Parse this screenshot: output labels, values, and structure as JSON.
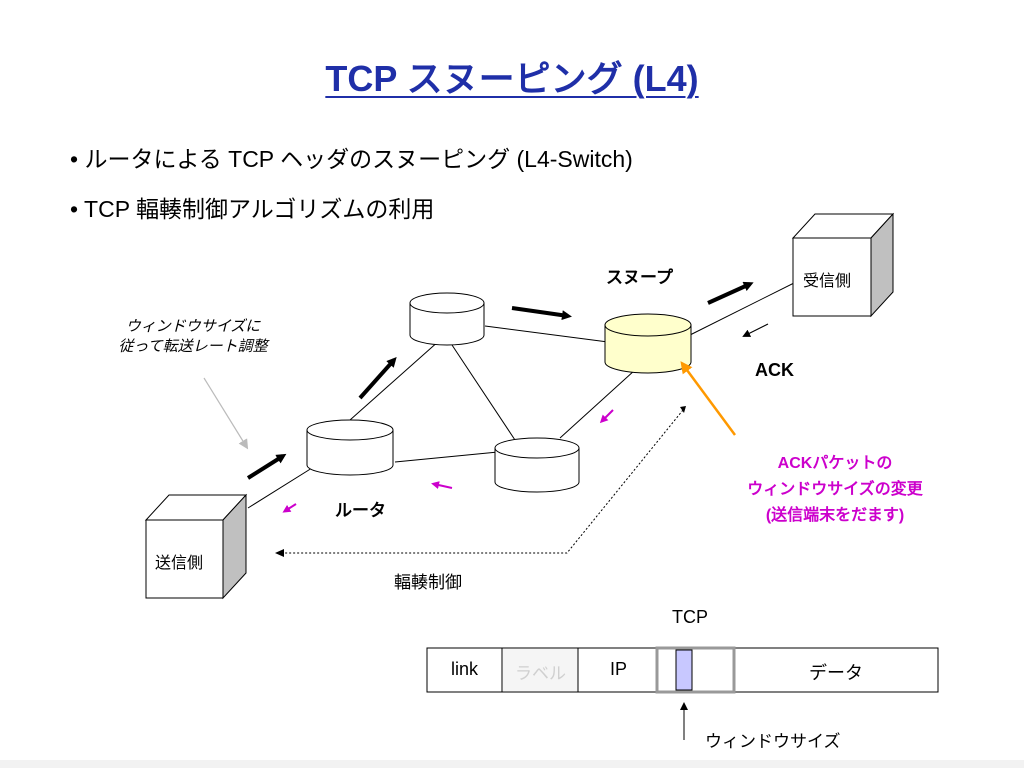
{
  "slide": {
    "title": "TCP スヌーピング (L4)",
    "bullets": [
      "ルータによる TCP ヘッダのスヌーピング (L4-Switch)",
      "TCP 輻輳制御アルゴリズムの利用"
    ]
  },
  "diagram": {
    "labels": {
      "snoop": "スヌープ",
      "receiver": "受信側",
      "sender": "送信側",
      "router": "ルータ",
      "ack": "ACK",
      "congestion_control": "輻輳制御",
      "note_line1": "ウィンドウサイズに",
      "note_line2": "従って転送レート調整",
      "ack_note_line1": "ACKパケットの",
      "ack_note_line2": "ウィンドウサイズの変更",
      "ack_note_line3": "(送信端末をだます)"
    },
    "packet": {
      "tcp_label": "TCP",
      "link": "link",
      "label_field": "ラベル",
      "ip": "IP",
      "data": "データ",
      "window_size": "ウィンドウサイズ"
    },
    "colors": {
      "title": "#1f2fa8",
      "snoop_router_fill": "#ffffcc",
      "magenta": "#cc00cc",
      "orange": "#ff9900",
      "window_field": "#c8c8ff"
    }
  }
}
